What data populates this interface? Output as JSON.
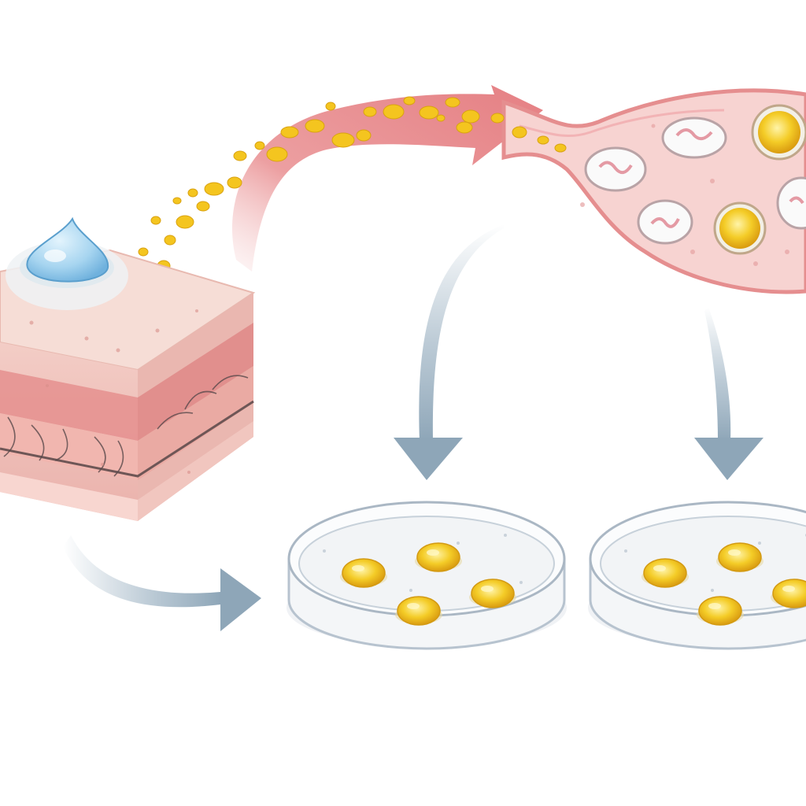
{
  "figure": {
    "components": {
      "tissue_block": "skin-tissue-block-icon",
      "applied_drop": "water-drop-icon",
      "particles": "yellow-particle-icon",
      "transport_arrow": "curved-red-arrow-icon",
      "organ": "organ-cross-section-icon",
      "dishes": [
        "petri-dish-icon",
        "petri-dish-icon"
      ],
      "flow_arrows": [
        "curved-gray-arrow-icon",
        "down-arrow-icon",
        "down-arrow-icon"
      ]
    },
    "counts": {
      "dish_left_colonies": 4,
      "dish_right_colonies": 4,
      "organ_yellow_cells": 2,
      "organ_clear_cells": 4
    },
    "colors": {
      "background": "#ffffff",
      "skin_top": "#f6d9d2",
      "skin_side": "#efb7b0",
      "skin_band": "#e58f8e",
      "drop": "#9fd0ee",
      "particle": "#f2c21b",
      "red_arrow": "#e88a8c",
      "organ": "#f6cfcd",
      "organ_outline": "#e58e8f",
      "gray_arrow": "#8ea6b8",
      "dish_rim": "#b7c3cf",
      "colony": "#f0c419"
    }
  }
}
